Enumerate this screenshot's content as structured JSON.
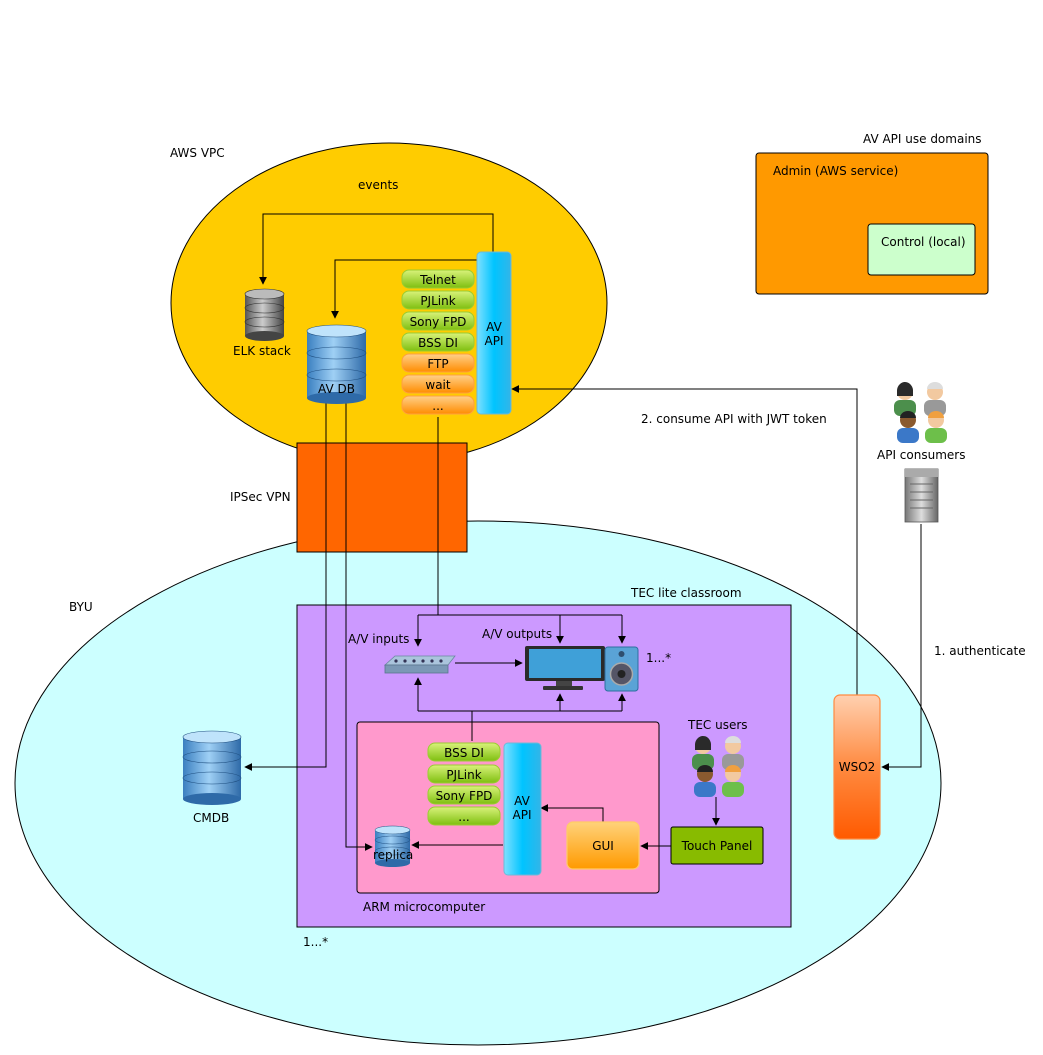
{
  "zones": {
    "aws_vpc": "AWS VPC",
    "byu": "BYU",
    "ipsec_vpn": "IPSec VPN",
    "tec_classroom": "TEC lite classroom",
    "arm_microcomputer": "ARM microcomputer",
    "classroom_multiplicity": "1...*"
  },
  "legend": {
    "title": "AV API use domains",
    "admin": "Admin (AWS service)",
    "control": "Control (local)"
  },
  "cloud": {
    "events_label": "events",
    "elk_stack": "ELK stack",
    "av_db": "AV DB",
    "av_api_line1": "AV",
    "av_api_line2": "API",
    "drivers": [
      "Telnet",
      "PJLink",
      "Sony FPD",
      "BSS DI",
      "FTP",
      "wait",
      "..."
    ]
  },
  "external": {
    "consume_label": "2. consume API with JWT token",
    "api_consumers": "API consumers",
    "authenticate_label": "1. authenticate",
    "wso2": "WSO2"
  },
  "classroom": {
    "av_inputs": "A/V inputs",
    "av_outputs": "A/V outputs",
    "outputs_multiplicity": "1...*",
    "tec_users": "TEC users",
    "touch_panel": "Touch Panel",
    "gui": "GUI",
    "replica": "replica",
    "av_api_line1": "AV",
    "av_api_line2": "API",
    "drivers": [
      "BSS DI",
      "PJLink",
      "Sony FPD",
      "..."
    ]
  },
  "cmdb": "CMDB",
  "colors": {
    "aws_fill": "#ffcc00",
    "byu_fill": "#ccffff",
    "vpn_fill": "#ff6600",
    "classroom_fill": "#cc99ff",
    "arm_fill": "#ff99cc",
    "admin_fill": "#ff9900",
    "control_fill": "#ccffcc",
    "touch_panel_fill": "#88bb00"
  }
}
